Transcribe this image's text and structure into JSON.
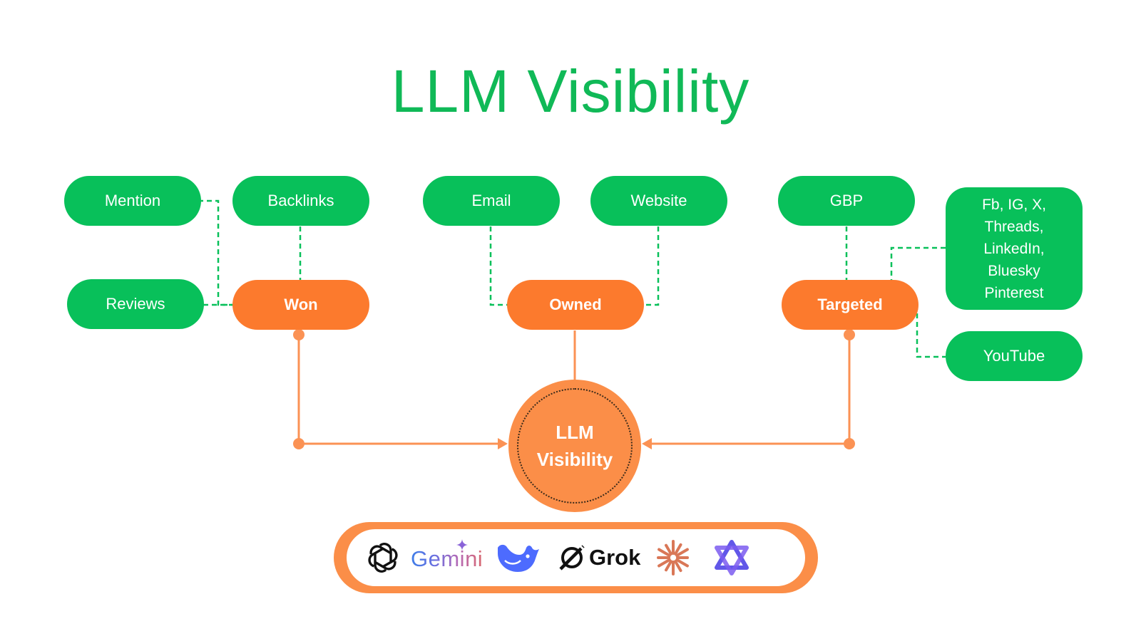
{
  "title": "LLM Visibility",
  "colors": {
    "green": "#08c05a",
    "title_green": "#10b957",
    "orange": "#fc7a2d",
    "orange_line": "#fb9254",
    "center_fill": "#fb8e48"
  },
  "channels": {
    "won": {
      "label": "Won",
      "sources": [
        "Mention",
        "Backlinks",
        "Reviews"
      ]
    },
    "owned": {
      "label": "Owned",
      "sources": [
        "Email",
        "Website"
      ]
    },
    "targeted": {
      "label": "Targeted",
      "sources": [
        "GBP",
        "Fb, IG, X,\nThreads,\nLinkedIn,\nBluesky\nPinterest",
        "YouTube"
      ]
    }
  },
  "center": {
    "label": "LLM\nVisibility"
  },
  "llm_logos": {
    "items": [
      "openai-icon",
      "gemini-logo",
      "deepseek-icon",
      "grok-logo",
      "claude-icon",
      "qwen-icon"
    ],
    "gemini_text": "Gemini",
    "grok_text": "Grok"
  }
}
